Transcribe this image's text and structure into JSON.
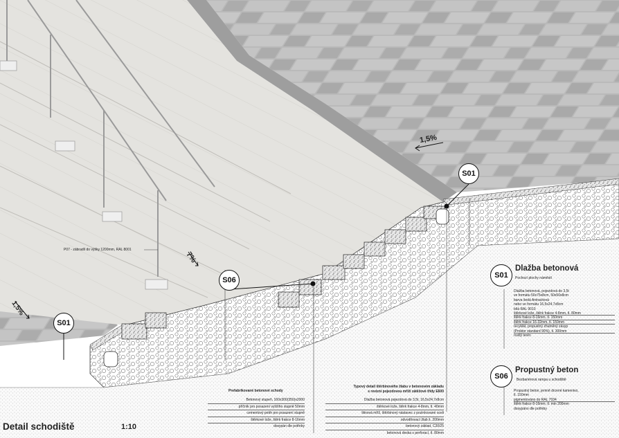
{
  "title": "Detail schodiště",
  "scale": "1:10",
  "slopes": {
    "top_right": "1,5%",
    "ramp": "7%",
    "bottom_left": "1,5%"
  },
  "markers": {
    "s01_top": "S01",
    "s06_mid": "S06",
    "s01_bottom": "S01"
  },
  "railing_note": "P07 - zábradlí do výšky 1200mm, RAL 8001",
  "legend": {
    "s01": {
      "code": "S01",
      "title": "Dlažba betonová",
      "subtitle": "Pochozí plochy náměstí",
      "items": [
        "Dlažba betonová, pojezdová do 3,5t",
        "ve formátu  50x75x8cm, 50x50x8cm",
        "barva šedá Antracitová",
        "nebo ve formátu 16,5x24,7x8cm",
        "bílá RAL 9010",
        "štěrkové lože, štěrk frakce 4-8mm, tl. 80mm",
        "štěrk frakce 8-16mm, tl. 150mm",
        "štěrk frakce 16-32mm, tl. 150mm",
        "recyklát, propustný zhutněný zásyp",
        "(Proktor standard 90%), tl. 300mm",
        "rostlý terén"
      ]
    },
    "s06": {
      "code": "S06",
      "title": "Propustný beton",
      "subtitle": "Bezbariérová rampa u schodiště",
      "items": [
        "Propustný beton, jemně drcené kamenivo,",
        "tl. 150mm",
        "pigmentováno do RAL 7034",
        "štěrk frakce 8-16mm, tl.  min 200mm",
        "dosypáno dle potřeby"
      ]
    }
  },
  "stairs_note": {
    "title": "Prefabrikované betonové schody",
    "items": [
      "Betonový stupeň, 160x300(350)x2000",
      "příčník pro posazení vyššího stupně 50mm",
      "cementový potěr pro posazení stupně",
      "štěrkové lože, štěrk frakce 8-16mm",
      "dosypán dle potřeby"
    ]
  },
  "drain_note": {
    "title_line1": "Typový detail štěrbinového žlabu v betonovém základu",
    "title_line2": "s revizní pojezdovou mříží zátěžové třídy E600",
    "items": [
      "Dlažba betonová pojezdová do 3,5t, 16,5x24,7x8cm",
      "štěrkové lože, štěrk frakce 4-8mm, tl. 40mm",
      "litinová mříž, štěrbinový nástavec z pozinkované oceli",
      "odvodňovací žlab š. 200mm",
      "betonový základ, C20/25",
      "betonová deska s perforací, tl. 80mm"
    ]
  }
}
